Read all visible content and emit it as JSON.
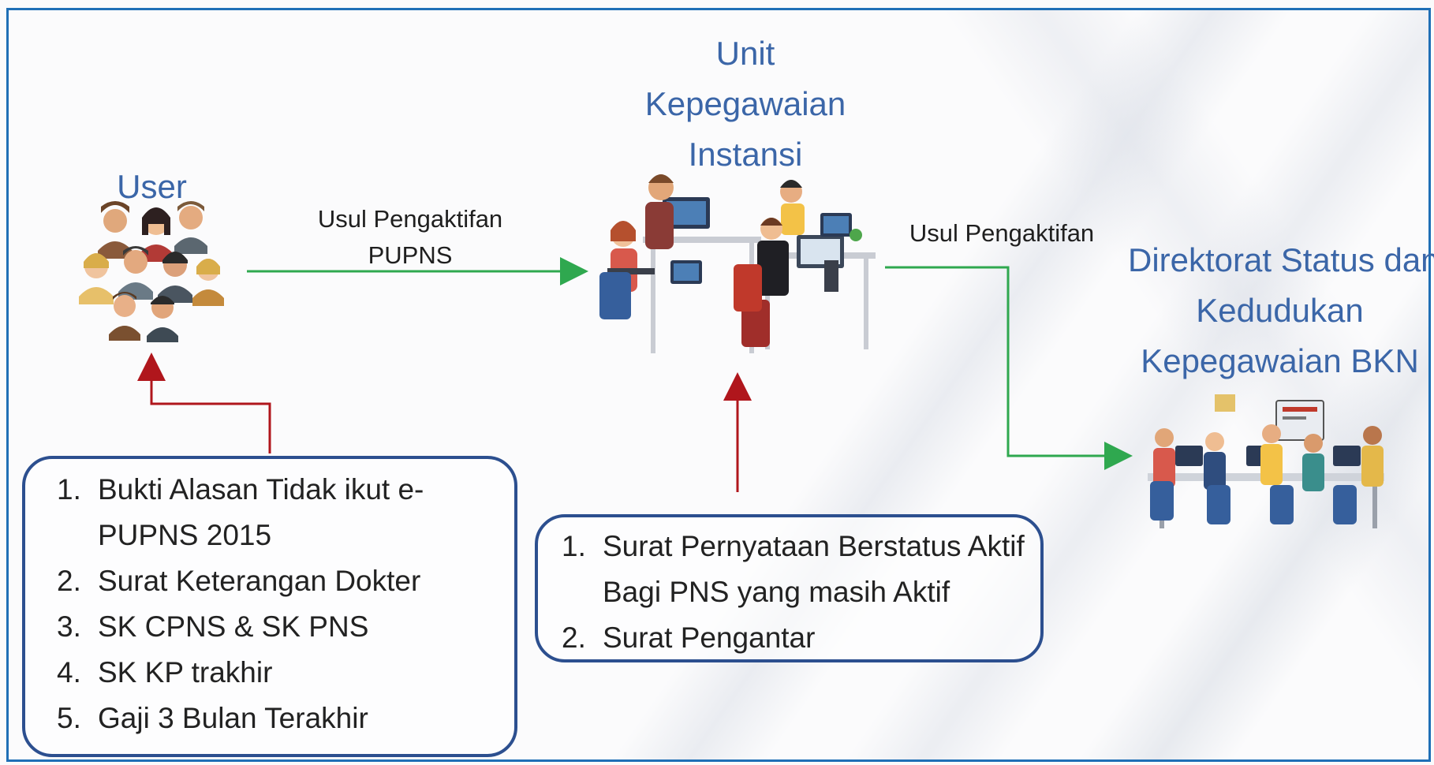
{
  "nodes": {
    "user": {
      "title": "User"
    },
    "unit": {
      "title_lines": [
        "Unit",
        "Kepegawaian",
        "Instansi"
      ]
    },
    "bkn": {
      "title_lines": [
        "Direktorat Status dan",
        "Kedudukan",
        "Kepegawaian BKN"
      ]
    }
  },
  "edges": {
    "user_to_unit": {
      "label_lines": [
        "Usul Pengaktifan",
        "PUPNS"
      ]
    },
    "unit_to_bkn": {
      "label": "Usul Pengaktifan"
    }
  },
  "user_requirements": [
    {
      "num": "1.",
      "text_lines": [
        "Bukti Alasan Tidak ikut e-",
        "PUPNS 2015"
      ]
    },
    {
      "num": "2.",
      "text_lines": [
        "Surat Keterangan Dokter"
      ]
    },
    {
      "num": "3.",
      "text_lines": [
        "SK CPNS & SK PNS"
      ]
    },
    {
      "num": "4.",
      "text_lines": [
        "SK KP trakhir"
      ]
    },
    {
      "num": "5.",
      "text_lines": [
        "Gaji 3 Bulan Terakhir"
      ]
    }
  ],
  "unit_requirements": [
    {
      "num": "1.",
      "text_lines": [
        "Surat Pernyataan Berstatus Aktif",
        "Bagi PNS yang masih Aktif"
      ]
    },
    {
      "num": "2.",
      "text_lines": [
        "Surat Pengantar"
      ]
    }
  ],
  "colors": {
    "frame": "#1f6fb6",
    "title": "#3b66a8",
    "green_arrow": "#2fa84f",
    "red_arrow": "#b0161c",
    "box_border": "#2c4f8f"
  }
}
